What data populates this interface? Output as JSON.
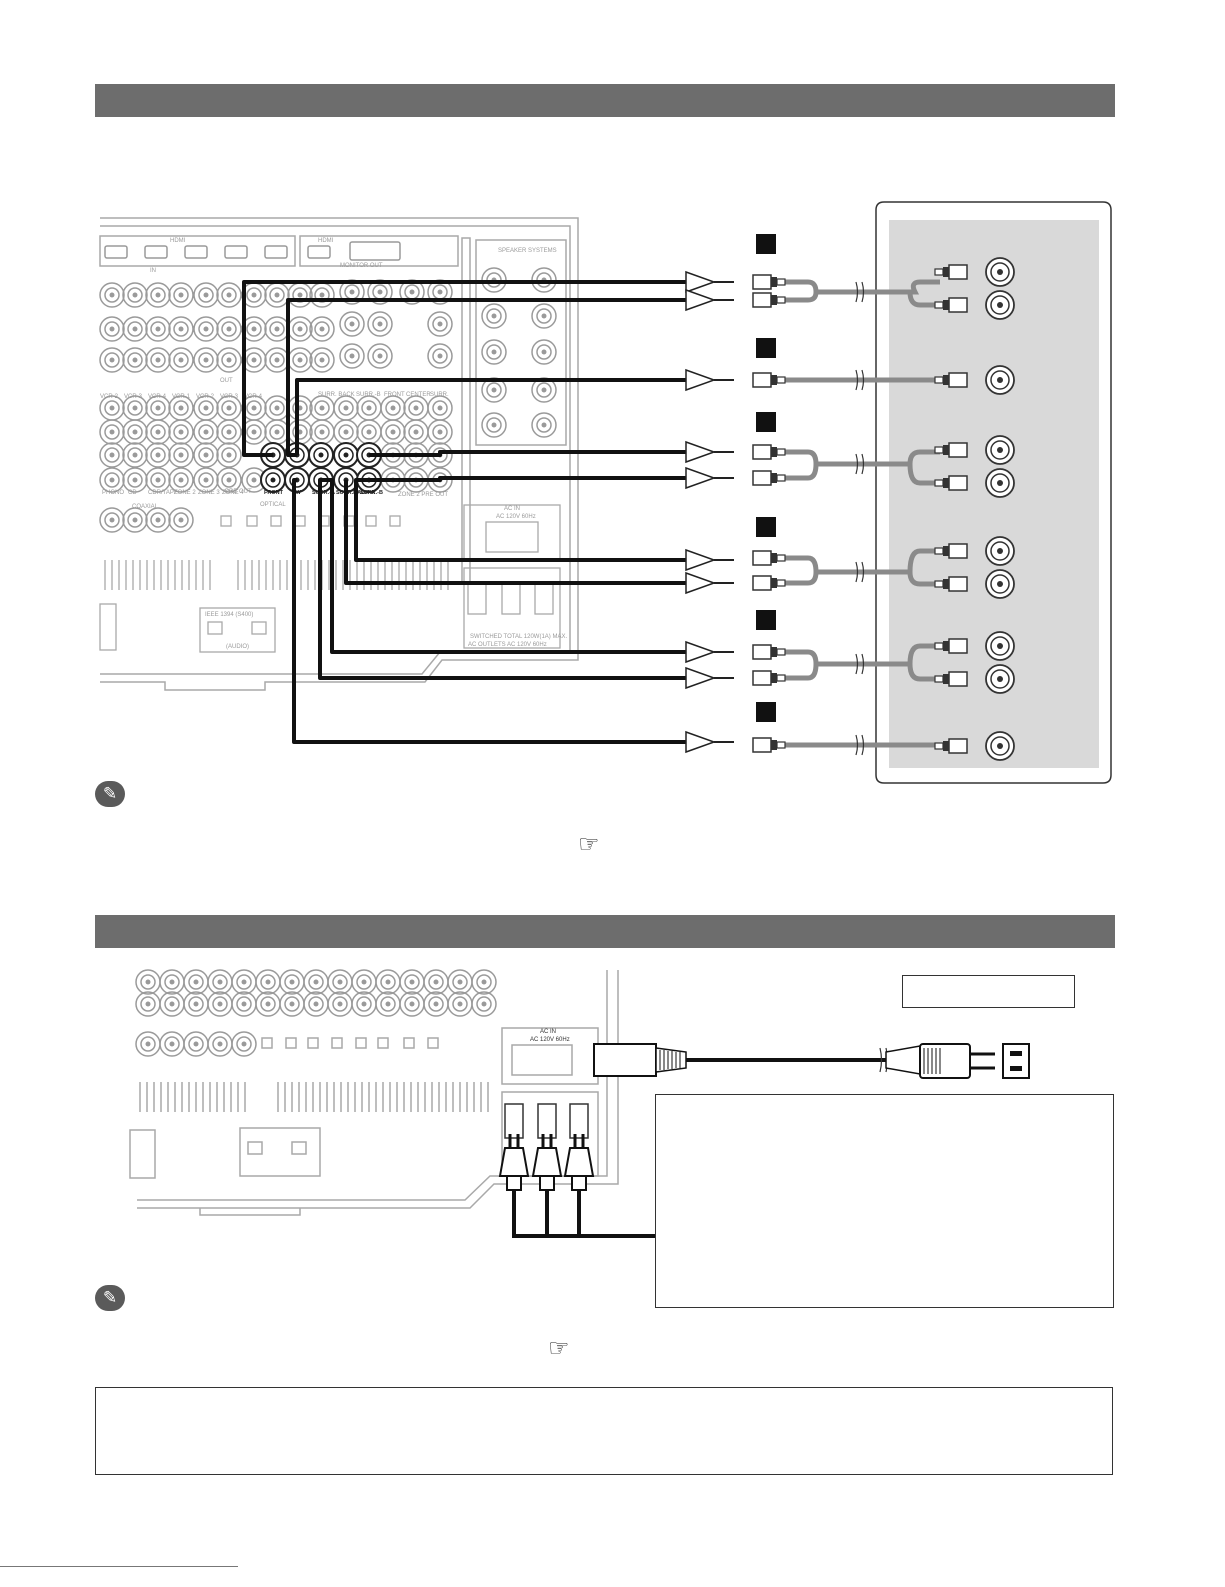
{
  "figure1": {
    "receiver_labels": {
      "hdmi": "HDMI",
      "monitor_out": "MONITOR OUT",
      "speaker_systems": "SPEAKER SYSTEMS",
      "in": "IN",
      "out": "OUT",
      "coaxial": "COAXIAL",
      "optical": "OPTICAL",
      "ac_in": "AC IN",
      "ac_in_rating": "AC 120V 60Hz",
      "ieee1394": "IEEE 1394 (S400)",
      "audio": "(AUDIO)",
      "pre_out": "PRE OUT",
      "zone2_pre_out": "ZONE 2 PRE OUT",
      "switched": "SWITCHED TOTAL 120W(1A) MAX.",
      "ac_outlets": "AC OUTLETS AC 120V 60Hz"
    },
    "preout_top_labels": [
      "FRONT",
      "CENTER",
      "SURR.",
      "SURR. BACK",
      "SURR.-B"
    ],
    "preout_bottom_labels": [
      "FRONT",
      "SW",
      "SURR.-A",
      "SURR.BACK-A",
      "SURR.-B"
    ],
    "jack_labels_row1": [
      "PHONO",
      "CD",
      "CDR/TAPE",
      "ZONE 2",
      "ZONE 3",
      "ZONE 4"
    ],
    "row_labels": [
      "VCR-2",
      "VCR-3",
      "VCR-4",
      "VCR-1",
      "VCR-2",
      "VCR-3",
      "VCR-4"
    ]
  },
  "figure2": {
    "ac_in": "AC IN",
    "ac_in_rating": "AC 120V 60Hz"
  }
}
